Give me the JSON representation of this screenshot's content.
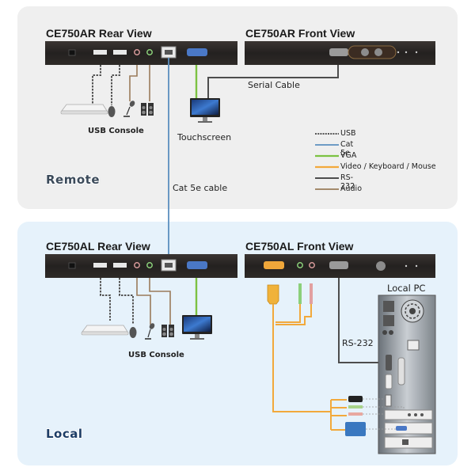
{
  "remote": {
    "zone_label": "Remote",
    "rear_view_title": "CE750AR Rear View",
    "front_view_title": "CE750AR Front View",
    "usb_console_label": "USB Console",
    "touchscreen_label": "Touchscreen",
    "serial_cable_label": "Serial Cable"
  },
  "link": {
    "cat5e_cable_label": "Cat 5e cable"
  },
  "local": {
    "zone_label": "Local",
    "rear_view_title": "CE750AL Rear View",
    "front_view_title": "CE750AL Front View",
    "usb_console_label": "USB Console",
    "local_pc_label": "Local PC",
    "rs232_label": "RS-232"
  },
  "legend": [
    {
      "label": "USB",
      "color": "#555555",
      "style": "dashed"
    },
    {
      "label": "Cat 5e",
      "color": "#5b8fbf",
      "style": "solid"
    },
    {
      "label": "VGA",
      "color": "#7cc242",
      "style": "solid"
    },
    {
      "label": "Video / Keyboard / Mouse",
      "color": "#f2a93b",
      "style": "solid"
    },
    {
      "label": "RS-232",
      "color": "#4d4d4d",
      "style": "solid"
    },
    {
      "label": "Audio",
      "color": "#9a7b5a",
      "style": "solid"
    }
  ],
  "colors": {
    "usb": "#555555",
    "cat5e": "#5b8fbf",
    "vga": "#7cc242",
    "vkm": "#f2a93b",
    "rs232": "#4d4d4d",
    "audio": "#9a7b5a",
    "device_body": "#2b2724"
  }
}
